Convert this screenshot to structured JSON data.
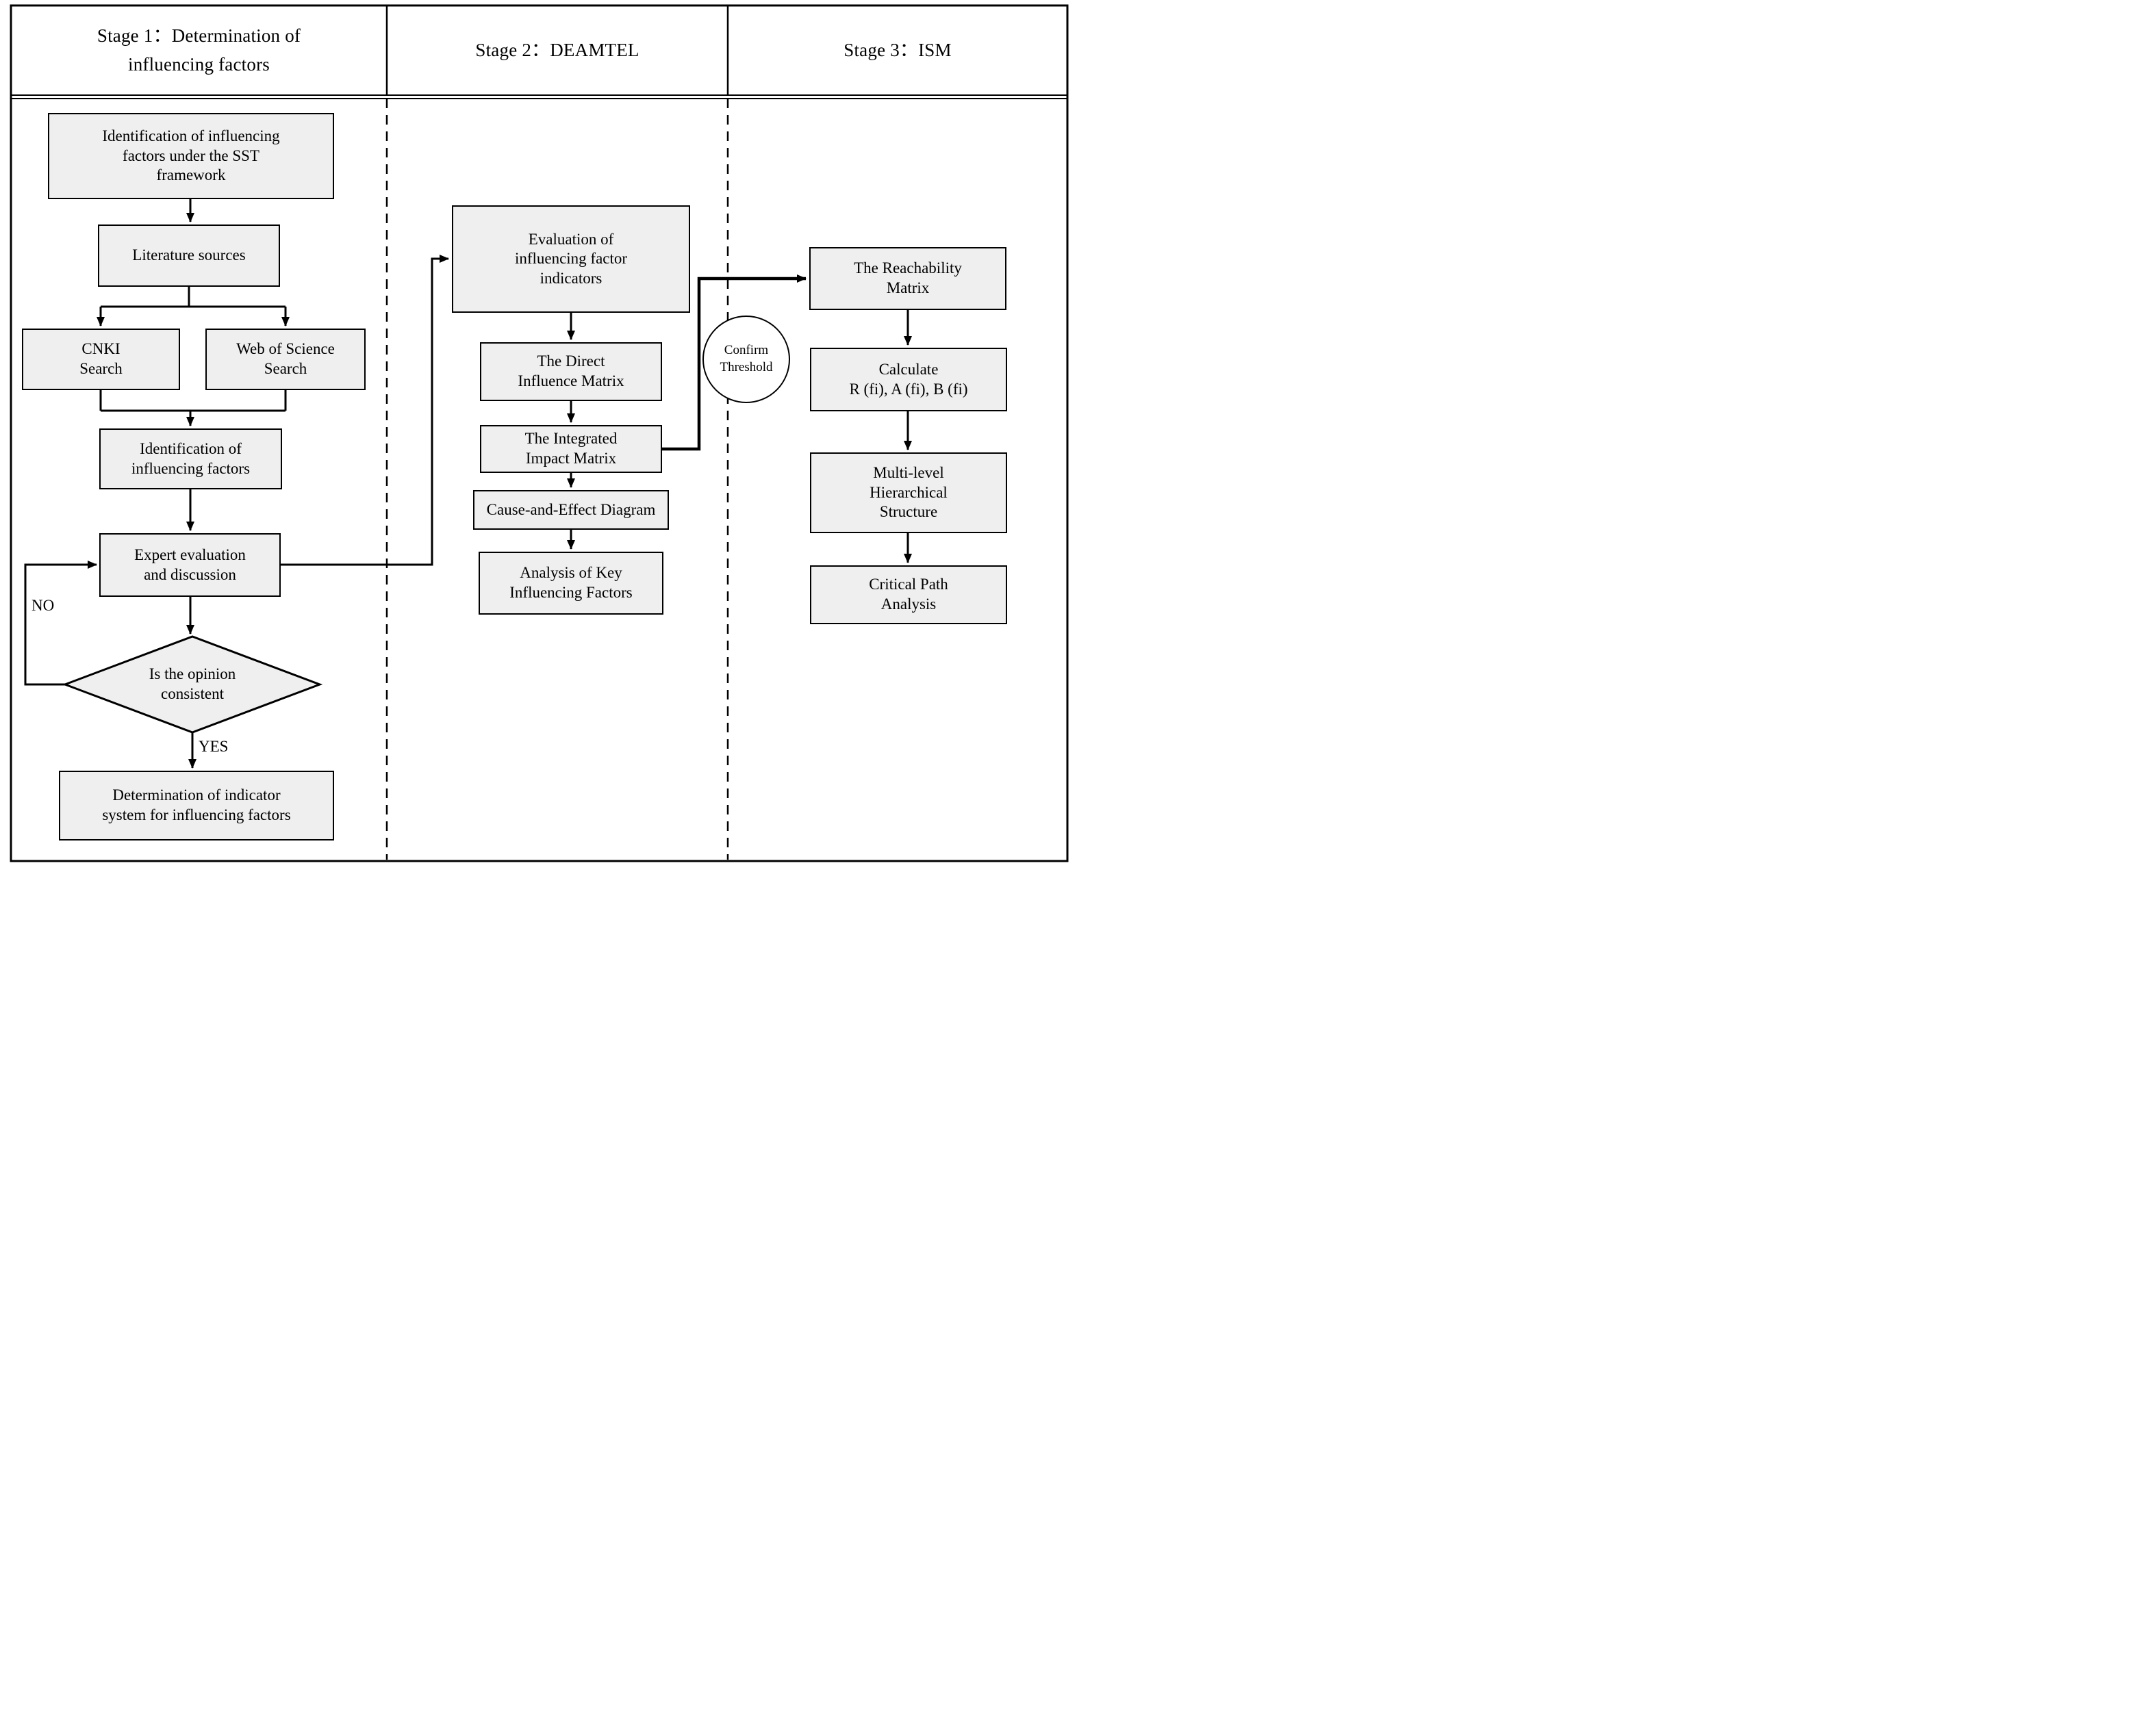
{
  "figure": {
    "type": "flowchart",
    "description_visible_text_only": true
  },
  "stages": [
    {
      "id": "stage1",
      "title_lines": [
        "Stage 1：Determination of",
        "influencing factors"
      ]
    },
    {
      "id": "stage2",
      "title_lines": [
        "Stage 2：DEAMTEL"
      ]
    },
    {
      "id": "stage3",
      "title_lines": [
        "Stage 3：ISM"
      ]
    }
  ],
  "nodes": {
    "sst": {
      "shape": "rect",
      "lines": [
        "Identification of influencing",
        "factors under the SST",
        "framework"
      ]
    },
    "literature": {
      "shape": "rect",
      "lines": [
        "Literature sources"
      ]
    },
    "cnki": {
      "shape": "rect",
      "lines": [
        "CNKI",
        "Search"
      ]
    },
    "wos": {
      "shape": "rect",
      "lines": [
        "Web of Science",
        "Search"
      ]
    },
    "identification": {
      "shape": "rect",
      "lines": [
        "Identification of",
        "influencing factors"
      ]
    },
    "expert": {
      "shape": "rect",
      "lines": [
        "Expert evaluation",
        "and discussion"
      ]
    },
    "decision": {
      "shape": "diamond",
      "lines": [
        "Is the opinion",
        "consistent"
      ]
    },
    "indicator_system": {
      "shape": "rect",
      "lines": [
        "Determination of indicator",
        "system for influencing factors"
      ]
    },
    "evaluation": {
      "shape": "rect",
      "lines": [
        "Evaluation of",
        "influencing factor",
        "indicators"
      ]
    },
    "direct_matrix": {
      "shape": "rect",
      "lines": [
        "The Direct",
        "Influence Matrix"
      ]
    },
    "integrated_matrix": {
      "shape": "rect",
      "lines": [
        "The Integrated",
        "Impact Matrix"
      ]
    },
    "cause_effect": {
      "shape": "rect",
      "lines": [
        "Cause-and-Effect Diagram"
      ]
    },
    "key_factors": {
      "shape": "rect",
      "lines": [
        "Analysis of Key",
        "Influencing Factors"
      ]
    },
    "reachability": {
      "shape": "rect",
      "lines": [
        "The Reachability",
        "Matrix"
      ]
    },
    "calculate": {
      "shape": "rect",
      "lines": [
        "Calculate",
        "R (fi), A (fi), B (fi)"
      ]
    },
    "multilevel": {
      "shape": "rect",
      "lines": [
        "Multi-level",
        "Hierarchical",
        "Structure"
      ]
    },
    "critical_path": {
      "shape": "rect",
      "lines": [
        "Critical Path",
        "Analysis"
      ]
    },
    "confirm_threshold": {
      "shape": "circle",
      "lines": [
        "Confirm",
        "Threshold"
      ]
    }
  },
  "edge_labels": {
    "yes": "YES",
    "no": "NO"
  },
  "colors": {
    "node_fill": "#efefef",
    "line": "#000000",
    "background": "#ffffff",
    "text": "#000000"
  }
}
